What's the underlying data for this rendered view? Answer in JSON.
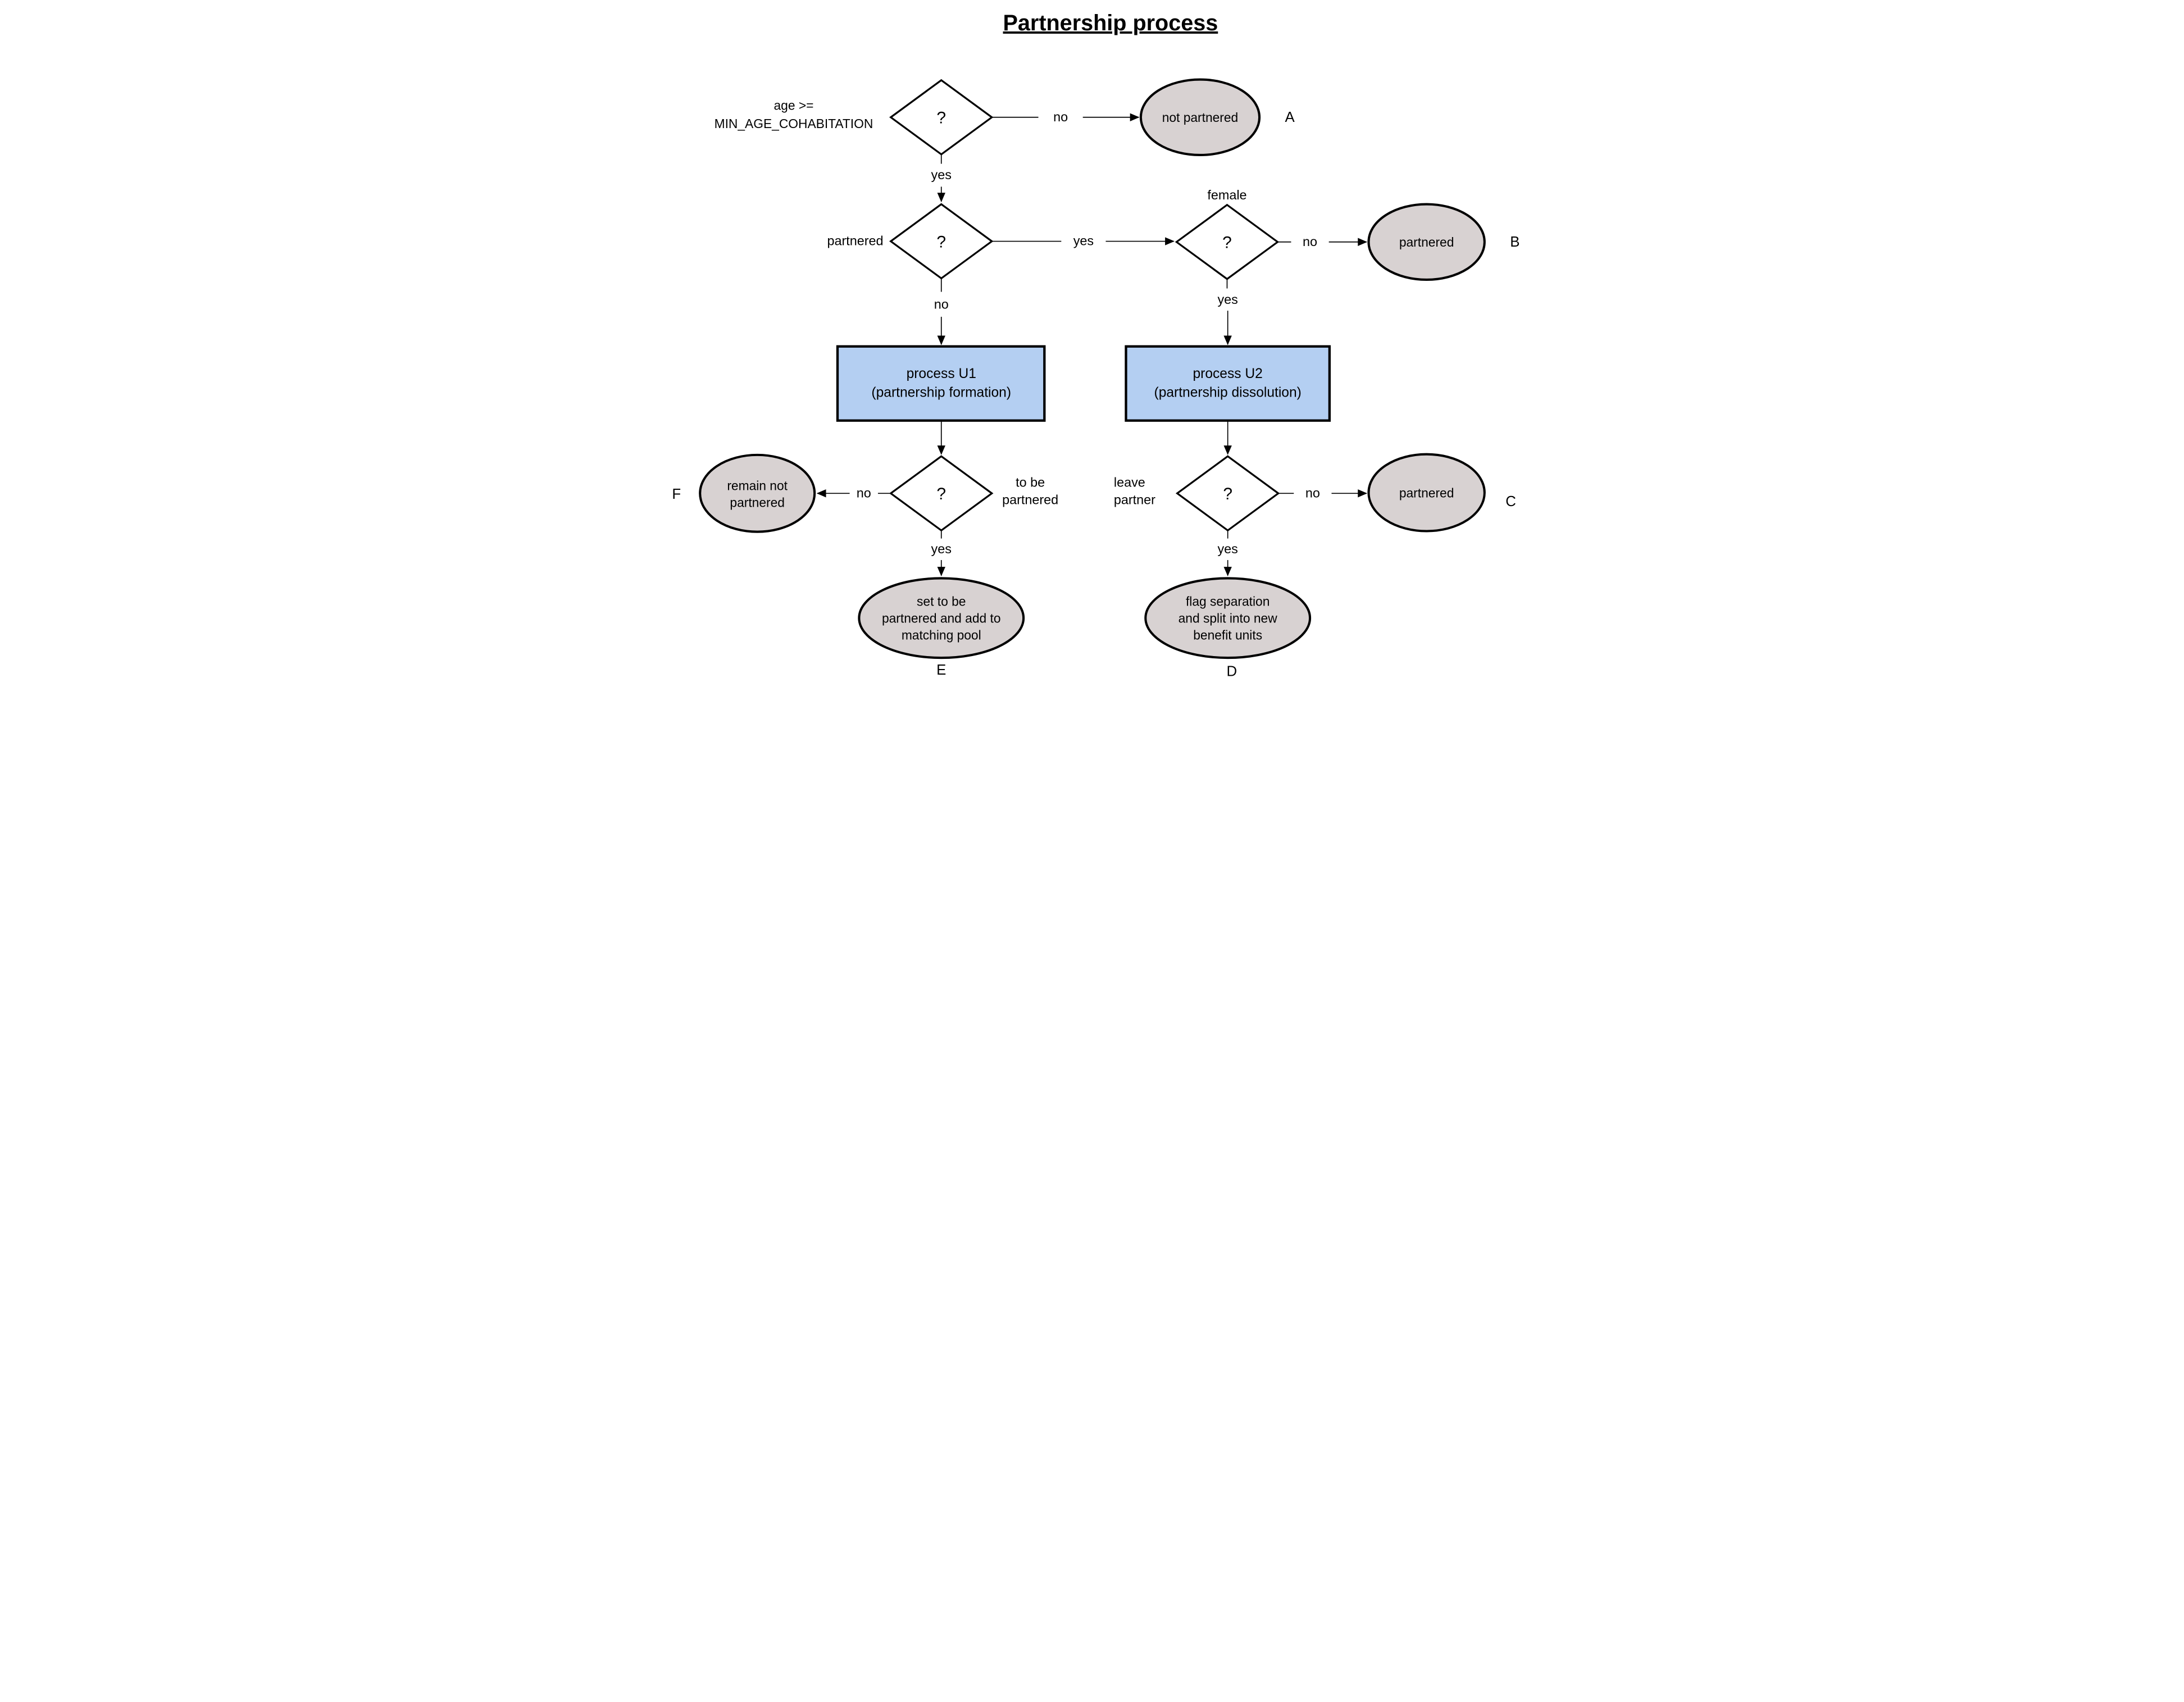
{
  "title": "Partnership process",
  "colors": {
    "background": "#ffffff",
    "terminal_fill": "#d8d2d2",
    "process_fill": "#b4cff2",
    "outline": "#000000"
  },
  "decisions": {
    "age": {
      "question_mark": "?",
      "label_line1": "age >=",
      "label_line2": "MIN_AGE_COHABITATION"
    },
    "partnered": {
      "question_mark": "?",
      "label": "partnered"
    },
    "female": {
      "question_mark": "?",
      "label": "female"
    },
    "to_be_partnered": {
      "question_mark": "?",
      "label_line1": "to be",
      "label_line2": "partnered"
    },
    "leave_partner": {
      "question_mark": "?",
      "label_line1": "leave",
      "label_line2": "partner"
    }
  },
  "processes": {
    "u1": {
      "line1": "process U1",
      "line2": "(partnership formation)"
    },
    "u2": {
      "line1": "process U2",
      "line2": "(partnership dissolution)"
    }
  },
  "terminals": {
    "not_partnered_a": {
      "line1": "not partnered",
      "ref": "A"
    },
    "partnered_b": {
      "line1": "partnered",
      "ref": "B"
    },
    "partnered_c": {
      "line1": "partnered",
      "ref": "C"
    },
    "set_to_be_partnered_e": {
      "line1": "set to be",
      "line2": "partnered and add to",
      "line3": "matching pool",
      "ref": "E"
    },
    "flag_separation_d": {
      "line1": "flag separation",
      "line2": "and split into new",
      "line3": "benefit units",
      "ref": "D"
    },
    "remain_not_partnered_f": {
      "line1": "remain not",
      "line2": "partnered",
      "ref": "F"
    }
  },
  "edge_labels": {
    "age_no": "no",
    "age_yes": "yes",
    "partnered_yes": "yes",
    "partnered_no": "no",
    "female_no": "no",
    "female_yes": "yes",
    "to_be_no": "no",
    "to_be_yes": "yes",
    "leave_no": "no",
    "leave_yes": "yes"
  }
}
